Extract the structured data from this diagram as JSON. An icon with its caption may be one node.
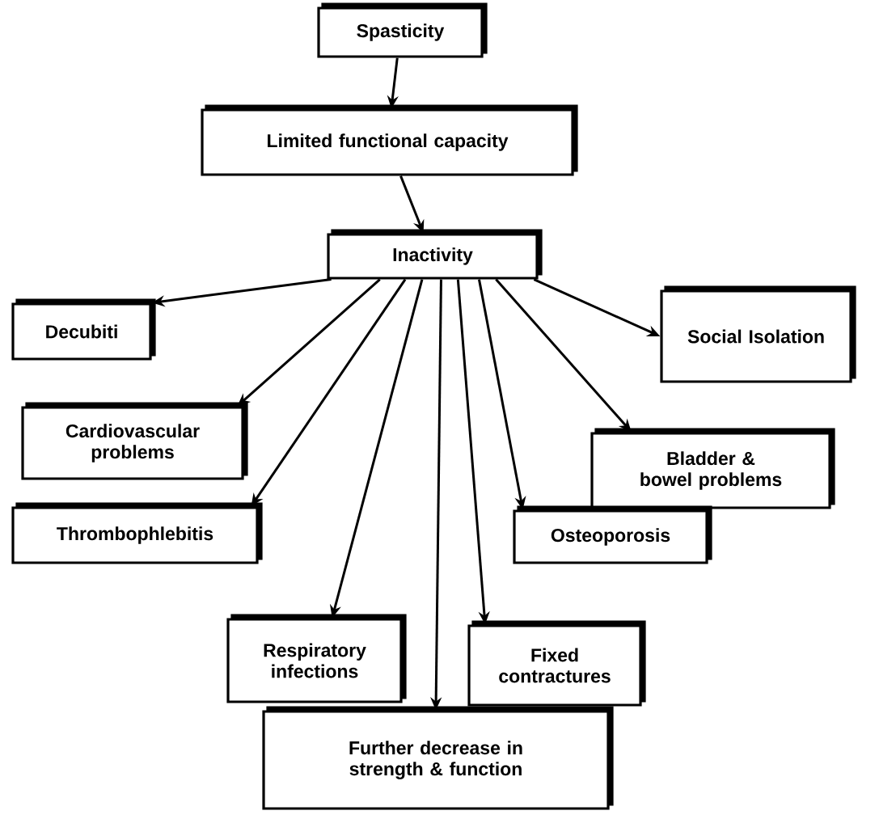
{
  "diagram": {
    "nodes": [
      {
        "text": [
          "Spasticity"
        ]
      },
      {
        "text": [
          "Limited functional capacity"
        ]
      },
      {
        "text": [
          "Inactivity"
        ]
      },
      {
        "text": [
          "Decubiti"
        ]
      },
      {
        "text": [
          "Social Isolation"
        ]
      },
      {
        "text": [
          "Cardiovascular problems"
        ]
      },
      {
        "text": [
          "Bladder & bowel problems"
        ]
      },
      {
        "text": [
          "Thrombophlebitis"
        ]
      },
      {
        "text": [
          "Osteoporosis"
        ]
      },
      {
        "text": [
          "Respiratory infections"
        ]
      },
      {
        "text": [
          "Fixed contractures"
        ]
      },
      {
        "text": [
          "Further decrease in strength & function"
        ]
      }
    ],
    "edges": [
      {
        "from": 0,
        "to": 1,
        "arrow": "to"
      },
      {
        "from": 1,
        "to": 2,
        "arrow": "to"
      },
      {
        "from": 2,
        "to": 3,
        "arrow": "to"
      },
      {
        "from": 2,
        "to": 4,
        "arrow": "to"
      },
      {
        "from": 2,
        "to": 5,
        "arrow": "to"
      },
      {
        "from": 2,
        "to": 6,
        "arrow": "to"
      },
      {
        "from": 2,
        "to": 7,
        "arrow": "to"
      },
      {
        "from": 2,
        "to": 8,
        "arrow": "to"
      },
      {
        "from": 2,
        "to": 9,
        "arrow": "to"
      },
      {
        "from": 2,
        "to": 10,
        "arrow": "to"
      },
      {
        "from": 2,
        "to": 11,
        "arrow": "to"
      }
    ]
  }
}
